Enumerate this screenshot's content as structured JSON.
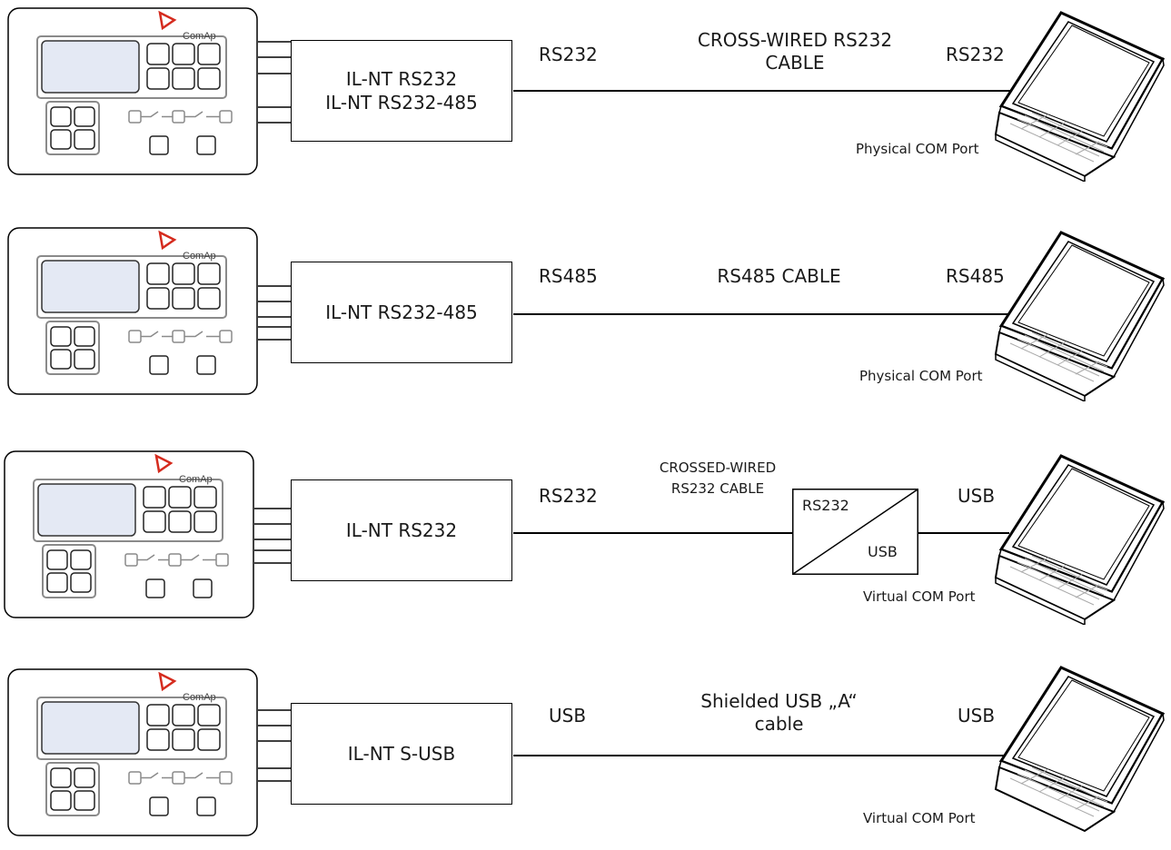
{
  "brand": "ComAp",
  "rows": [
    {
      "module_lines": [
        "IL-NT RS232",
        "IL-NT RS232-485"
      ],
      "left_port": "RS232",
      "cable_lines": [
        "CROSS-WIRED RS232",
        "CABLE"
      ],
      "right_port": "RS232",
      "com_port": "Physical COM Port"
    },
    {
      "module_lines": [
        "IL-NT RS232-485"
      ],
      "left_port": "RS485",
      "cable_lines": [
        "RS485 CABLE"
      ],
      "right_port": "RS485",
      "com_port": "Physical COM Port"
    },
    {
      "module_lines": [
        "IL-NT RS232"
      ],
      "left_port": "RS232",
      "cable_lines": [
        "CROSSED-WIRED",
        "RS232 CABLE"
      ],
      "right_port": "USB",
      "com_port": "Virtual COM Port",
      "converter": {
        "top": "RS232",
        "bottom": "USB"
      }
    },
    {
      "module_lines": [
        "IL-NT S-USB"
      ],
      "left_port": "USB",
      "cable_lines": [
        "Shielded USB „A“",
        "cable"
      ],
      "right_port": "USB",
      "com_port": "Virtual COM Port"
    }
  ]
}
